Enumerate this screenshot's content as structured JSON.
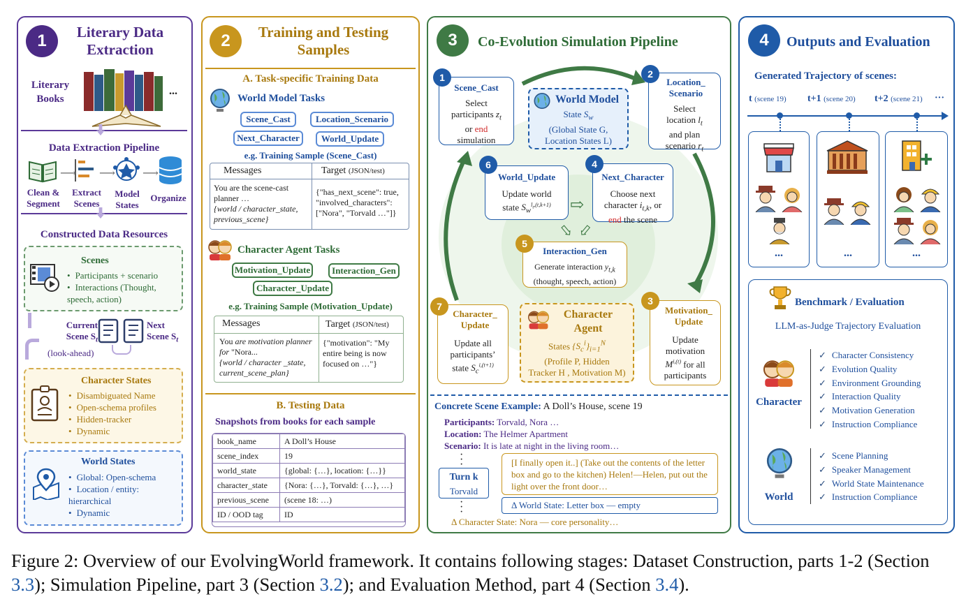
{
  "panel1": {
    "num": "1",
    "title": "Literary Data Extraction",
    "books_label": "Literary Books",
    "ellipsis": "...",
    "pipeline_title": "Data Extraction Pipeline",
    "steps": [
      "Clean & Segment",
      "Extract Scenes",
      "Model States",
      "Organize"
    ],
    "resources_title": "Constructed Data Resources",
    "scenes": {
      "title": "Scenes",
      "items": [
        "Participants + scenario",
        "Interactions (Thought, speech, action)"
      ]
    },
    "current_scene": "Current Scene S",
    "next_scene": "Next Scene S",
    "sub_t": "t",
    "look_ahead": "(look-ahead)",
    "character_states": {
      "title": "Character States",
      "items": [
        "Disambiguated Name",
        "Open-schema profiles",
        "Hidden-tracker",
        "Dynamic"
      ]
    },
    "world_states": {
      "title": "World States",
      "items": [
        "Global: Open-schema",
        "Location / entity: hierarchical",
        "Dynamic"
      ]
    }
  },
  "panel2": {
    "num": "2",
    "title": "Training and Testing Samples",
    "section_a": "A. Task-specific Training Data",
    "world_model_tasks": "World Model Tasks",
    "wm_tags": [
      "Scene_Cast",
      "Location_Scenario",
      "Next_Character",
      "World_Update"
    ],
    "sample1_title": "e.g. Training Sample (Scene_Cast)",
    "messages": "Messages",
    "target_label": "Target",
    "target_suffix": "(JSON/test)",
    "sample1_msg_plain": "You are the scene-cast planner …",
    "sample1_msg_italic": "{world / character_state, previous_scene}",
    "sample1_target": "{\"has_next_scene\": true, \"involved_characters\": [\"Nora\", \"Torvald …\"]}",
    "char_agent_tasks": "Character Agent Tasks",
    "ca_tags": [
      "Motivation_Update",
      "Interaction_Gen",
      "Character_Update"
    ],
    "sample2_title": "e.g. Training Sample (Motivation_Update)",
    "sample2_msg_a": "You ",
    "sample2_msg_b": "are motivation planner for",
    "sample2_msg_c": " \"Nora...",
    "sample2_msg_italic": "{world / character _state, current_scene_plan}",
    "sample2_target": "{\"motivation\": \"My entire being is now focused on …\"}",
    "section_b": "B. Testing Data",
    "snapshots": "Snapshots from books for each sample",
    "rows": [
      [
        "book_name",
        "A Doll’s House"
      ],
      [
        "scene_index",
        "19"
      ],
      [
        "world_state",
        "{global: {…}, location: {…}}"
      ],
      [
        "character_state",
        "{Nora: {…}, Torvald: {…}, …}"
      ],
      [
        "previous_scene",
        "(scene 18: …)"
      ],
      [
        "ID / OOD tag",
        "ID"
      ]
    ]
  },
  "panel3": {
    "num": "3",
    "title": "Co-Evolution Simulation Pipeline",
    "steps": [
      {
        "n": "1",
        "title": "Scene_Cast",
        "l1": "Select",
        "l2": "participants",
        "l3": "or",
        "l3_red": "end",
        "l4": "simulation"
      },
      {
        "n": "2",
        "title": "Location_ Scenario",
        "l1": "Select",
        "l2": "location",
        "l3": "and plan",
        "l4": "scenario"
      },
      {
        "n": "3",
        "title": "Motivation_ Update",
        "l1": "Update",
        "l2": "motivation",
        "l3": "for all",
        "l4": "participants"
      },
      {
        "n": "4",
        "title": "Next_Character",
        "l1": "Choose next",
        "l2": "character",
        "l2b": ", or",
        "l3_red": "end",
        "l3": " the scene"
      },
      {
        "n": "5",
        "title": "Interaction_Gen",
        "l1": "Generate interaction",
        "l2": "(thought, speech, action)"
      },
      {
        "n": "6",
        "title": "World_Update",
        "l1": "Update world",
        "l2": "state"
      },
      {
        "n": "7",
        "title": "Character_ Update",
        "l1": "Update all",
        "l2": "participants’",
        "l3": "state"
      }
    ],
    "world_model": {
      "title": "World Model",
      "state": "State",
      "l2": "(Global State G,",
      "l3": "Location States L)"
    },
    "character_agent": {
      "title": "Character Agent",
      "states": "States",
      "l2": "(Profile P, Hidden",
      "l3": "Tracker H , Motivation M)"
    },
    "example_label": "Concrete Scene Example:",
    "example_value": "A Doll’s House, scene 19",
    "participants_label": "Participants:",
    "participants_value": "Torvald, Nora …",
    "location_label": "Location:",
    "location_value": "The Helmer Apartment",
    "scenario_label": "Scenario:",
    "scenario_value": "It is late at night in the living room…",
    "turn": "Turn k",
    "turn_char": "Torvald",
    "dialogue": "[I finally open it..] (Take out the contents of the letter box and go to the kitchen) Helen!—Helen, put out the light over the front door…",
    "world_delta": "Δ World State: Letter box — empty",
    "char_delta": "Δ Character State: Nora — core personality…"
  },
  "panel4": {
    "num": "4",
    "title": "Outputs and Evaluation",
    "traj_title": "Generated Trajectory of scenes:",
    "timeline": [
      {
        "t": "t",
        "s": "(scene 19)"
      },
      {
        "t": "t+1",
        "s": "(scene 20)"
      },
      {
        "t": "t+2",
        "s": "(scene 21)"
      }
    ],
    "timeline_more": "···",
    "scene_more": "...",
    "bench_title": "Benchmark / Evaluation",
    "bench_sub": "LLM-as-Judge Trajectory Evaluation",
    "character_label": "Character",
    "character_items": [
      "Character Consistency",
      "Evolution Quality",
      "Environment Grounding",
      "Interaction Quality",
      "Motivation Generation",
      "Instruction Compliance"
    ],
    "world_label": "World",
    "world_items": [
      "Scene Planning",
      "Speaker Management",
      "World State Maintenance",
      "Instruction Compliance"
    ]
  },
  "caption": {
    "a": "Figure 2: Overview of our EvolvingWorld framework. It contains following stages: Dataset Construction, parts 1-2 (Section ",
    "ref1": "3.3",
    "b": "); Simulation Pipeline, part 3 (Section ",
    "ref2": "3.2",
    "c": "); and Evaluation Method, part 4 (Section ",
    "ref3": "3.4",
    "d": ")."
  },
  "colors": {
    "purple": "#5b3a99",
    "gold": "#c8961e",
    "green": "#3f7a45",
    "blue": "#1f5ba8"
  }
}
